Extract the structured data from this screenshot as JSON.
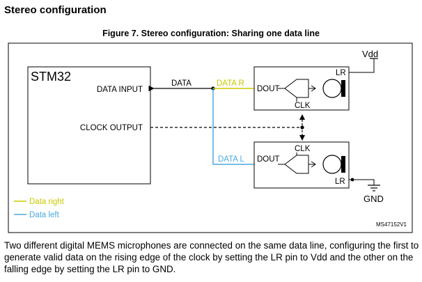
{
  "section_title": "Stereo configuration",
  "figure_caption": "Figure 7. Stereo configuration: Sharing one data line",
  "diagram": {
    "mcu_label": "STM32",
    "pin_data_input": "DATA INPUT",
    "pin_clock_output": "CLOCK OUTPUT",
    "net_data": "DATA",
    "net_data_r": "DATA R",
    "net_data_l": "DATA L",
    "mic_top": {
      "dout": "DOUT",
      "lr": "LR",
      "clk": "CLK"
    },
    "mic_bottom": {
      "dout": "DOUT",
      "lr": "LR",
      "clk": "CLK"
    },
    "supply": "Vdd",
    "ground": "GND",
    "legend": [
      {
        "label": "Data right",
        "color": "#c8c800"
      },
      {
        "label": "Data left",
        "color": "#4aa8e0"
      }
    ],
    "ref_code": "MS47152V1"
  },
  "body_text": "Two different digital MEMS microphones are connected on the same data line, configuring the first to generate valid data on the rising edge of the clock by setting the LR pin to Vdd and the other on the falling edge by setting the LR pin to GND."
}
